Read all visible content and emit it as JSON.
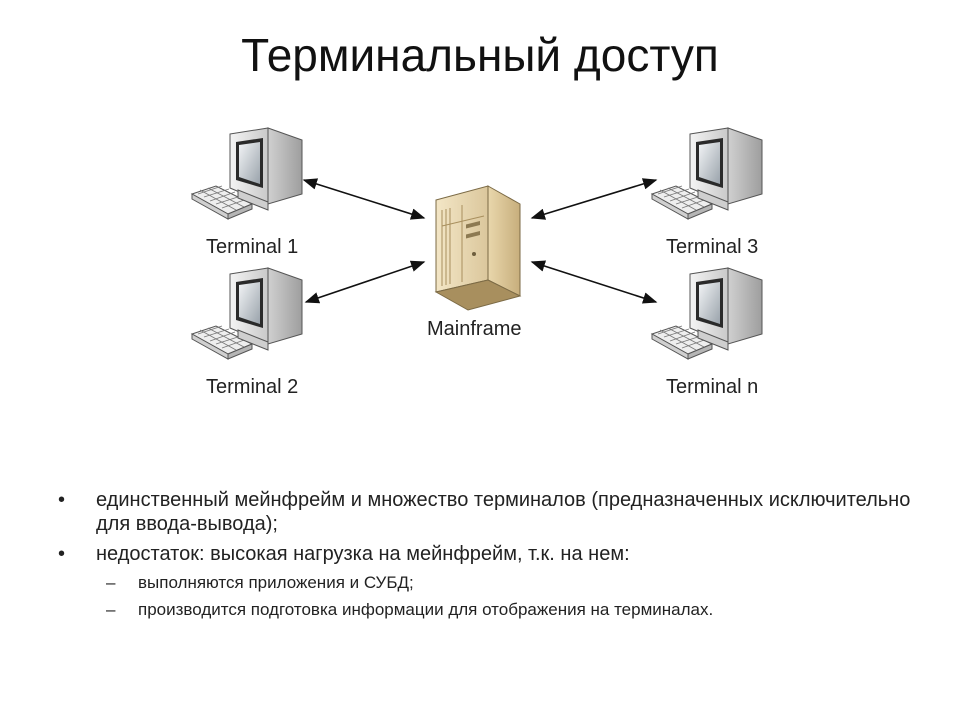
{
  "slide": {
    "title": "Терминальный доступ"
  },
  "diagram": {
    "center": {
      "label": "Mainframe",
      "icon": "mainframe-server-icon"
    },
    "terminals": [
      {
        "label": "Terminal 1",
        "icon": "terminal-computer-icon"
      },
      {
        "label": "Terminal 2",
        "icon": "terminal-computer-icon"
      },
      {
        "label": "Terminal 3",
        "icon": "terminal-computer-icon"
      },
      {
        "label": "Terminal n",
        "icon": "terminal-computer-icon"
      }
    ],
    "connections": [
      {
        "from": "Terminal 1",
        "to": "Mainframe",
        "direction": "bidirectional"
      },
      {
        "from": "Terminal 2",
        "to": "Mainframe",
        "direction": "bidirectional"
      },
      {
        "from": "Terminal 3",
        "to": "Mainframe",
        "direction": "bidirectional"
      },
      {
        "from": "Terminal n",
        "to": "Mainframe",
        "direction": "bidirectional"
      }
    ]
  },
  "bullets": [
    {
      "symbol": "•",
      "text": "единственный мейнфрейм и множество терминалов (предназначенных исключительно для ввода-вывода);",
      "subitems": []
    },
    {
      "symbol": "•",
      "text": "недостаток: высокая нагрузка на мейнфрейм, т.к. на нем:",
      "subitems": [
        {
          "symbol": "–",
          "text": "выполняются приложения и СУБД;"
        },
        {
          "symbol": "–",
          "text": "производится подготовка информации для отображения на терминалах."
        }
      ]
    }
  ]
}
